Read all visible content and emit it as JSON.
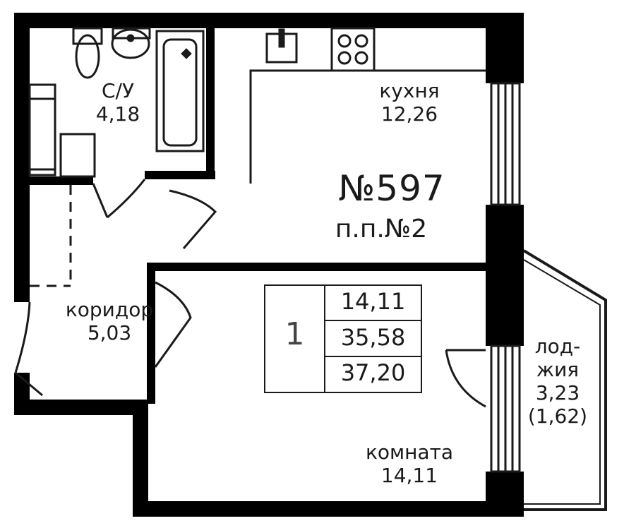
{
  "apartment": {
    "number": "№597",
    "floor_plan": "п.п.№2"
  },
  "rooms": {
    "bathroom": {
      "name": "С/У",
      "area": "4,18"
    },
    "kitchen": {
      "name": "кухня",
      "area": "12,26"
    },
    "corridor": {
      "name": "коридор",
      "area": "5,03"
    },
    "room": {
      "name": "комната",
      "area": "14,11"
    },
    "loggia": {
      "name_line1": "лод-",
      "name_line2": "жия",
      "area": "3,23",
      "area_reduced": "(1,62)"
    }
  },
  "summary": {
    "rooms_count": "1",
    "living_area": "14,11",
    "total_area": "35,58",
    "total_with_loggia": "37,20"
  },
  "colors": {
    "wall": "#000000",
    "line": "#1a1a1a",
    "background": "#ffffff"
  }
}
